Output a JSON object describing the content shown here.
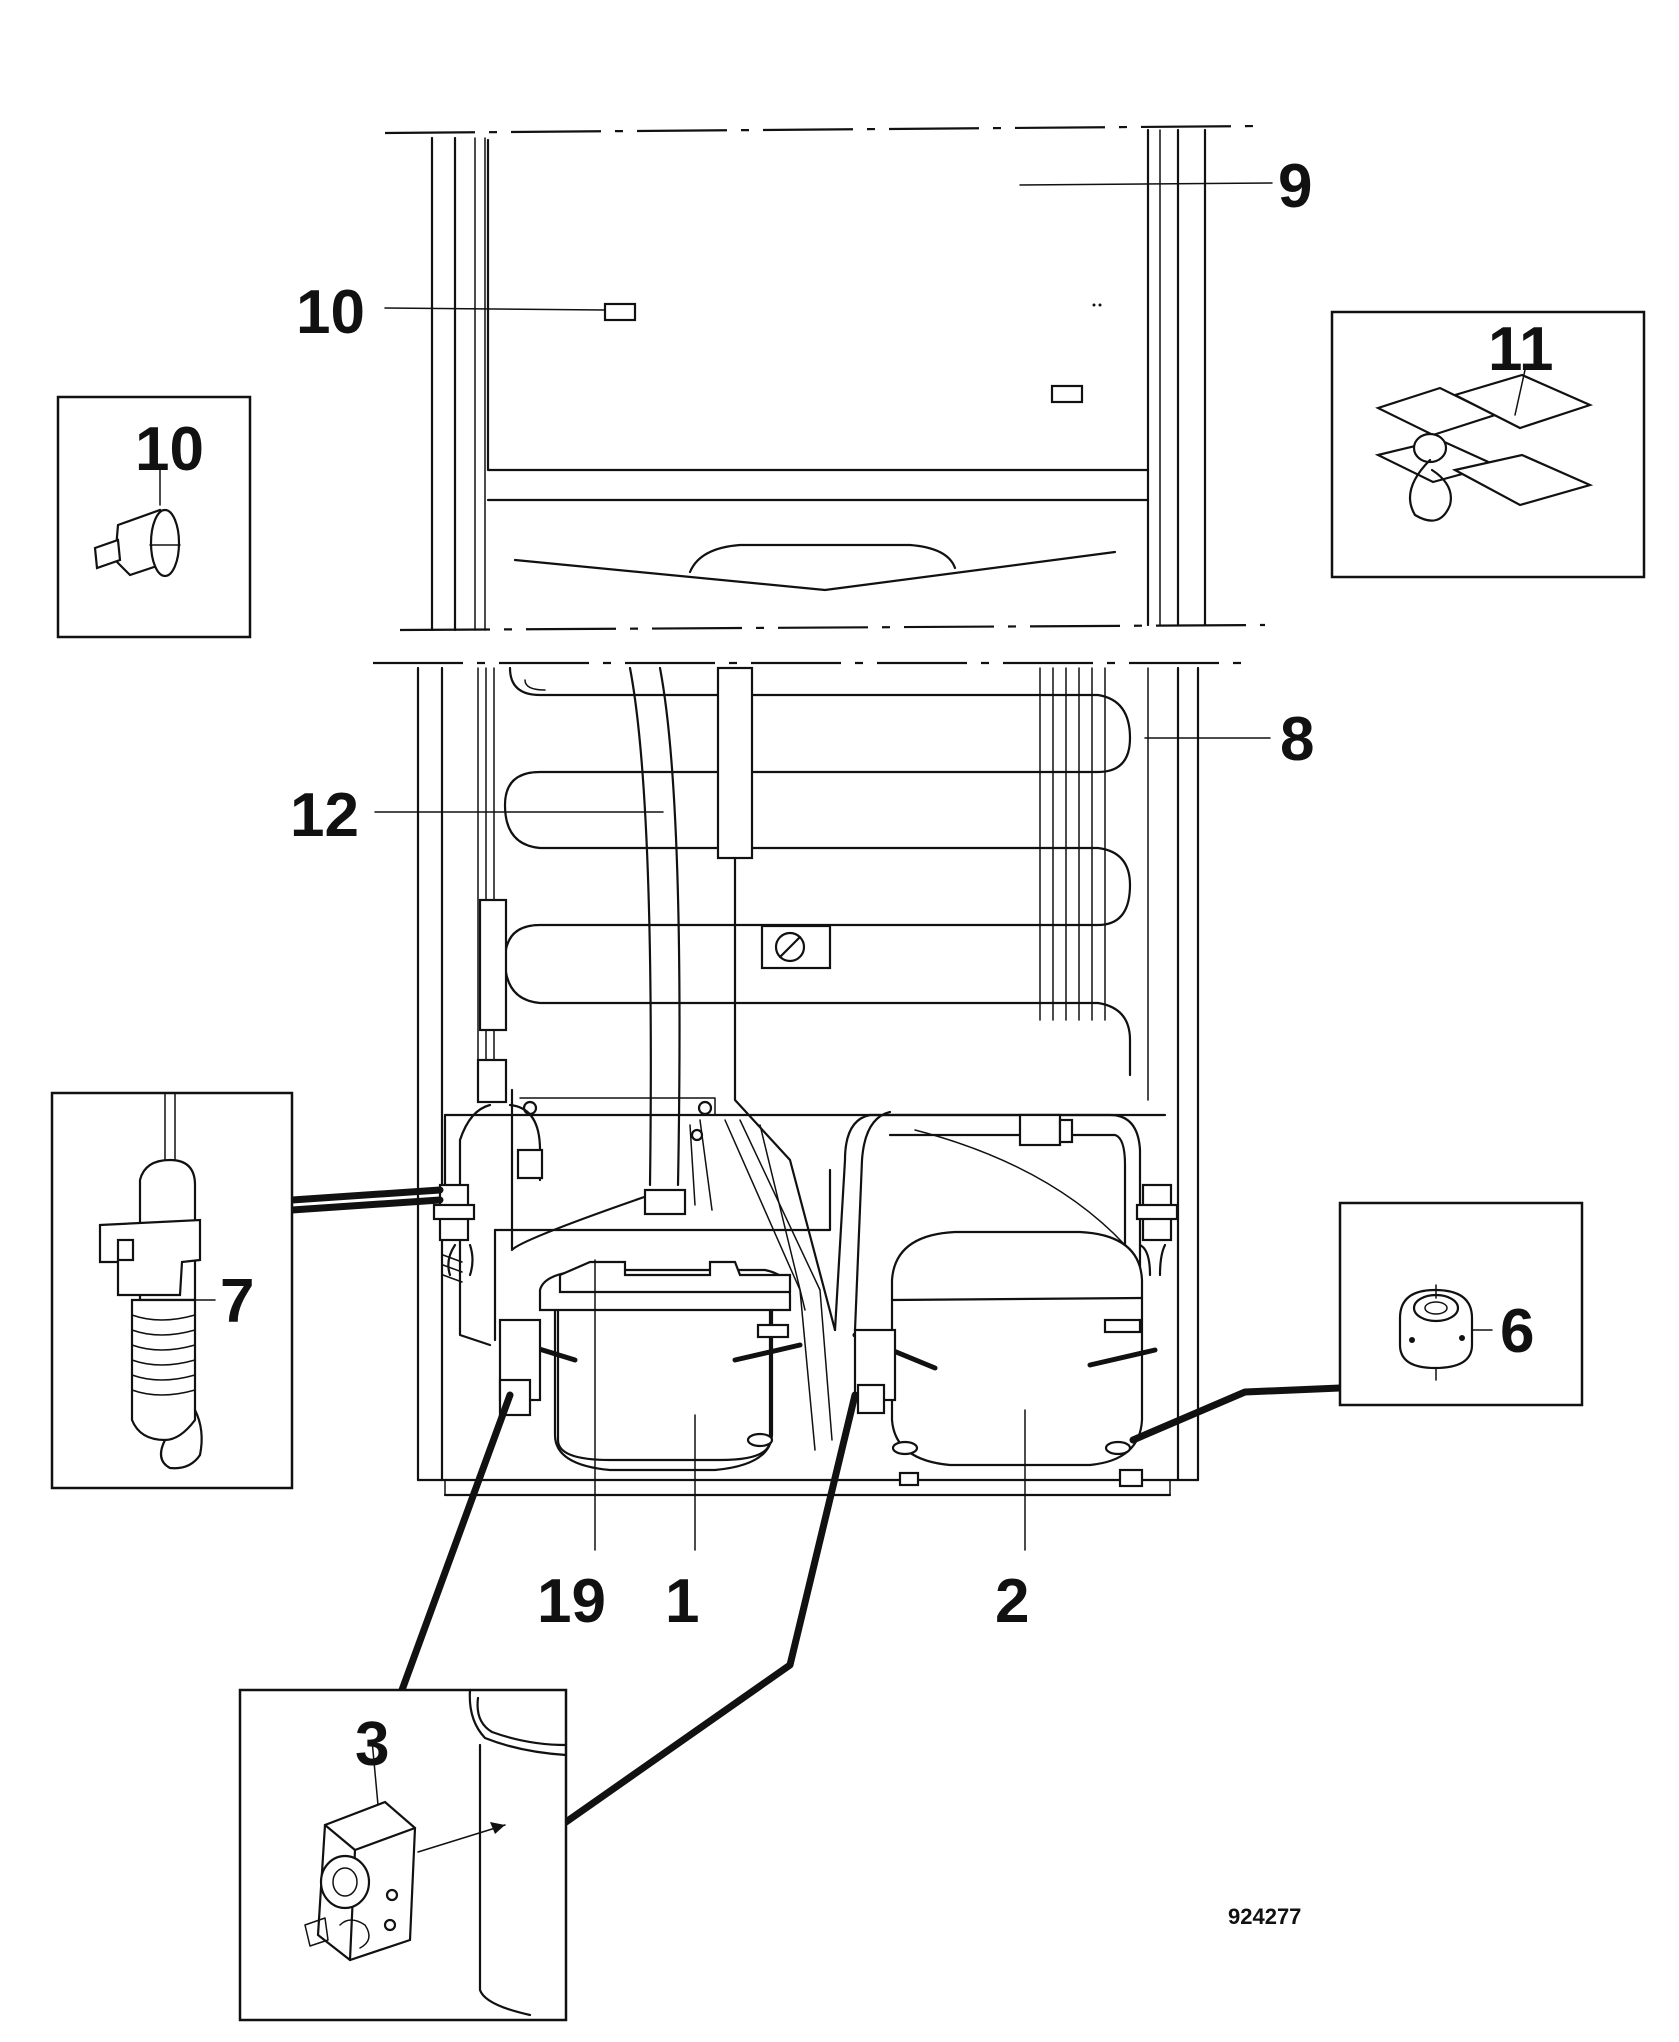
{
  "callouts": {
    "c1": "1",
    "c2": "2",
    "c3": "3",
    "c6": "6",
    "c7": "7",
    "c8": "8",
    "c9": "9",
    "c10_main": "10",
    "c10_inset": "10",
    "c11": "11",
    "c12": "12",
    "c19": "19"
  },
  "reference_code": "924277"
}
